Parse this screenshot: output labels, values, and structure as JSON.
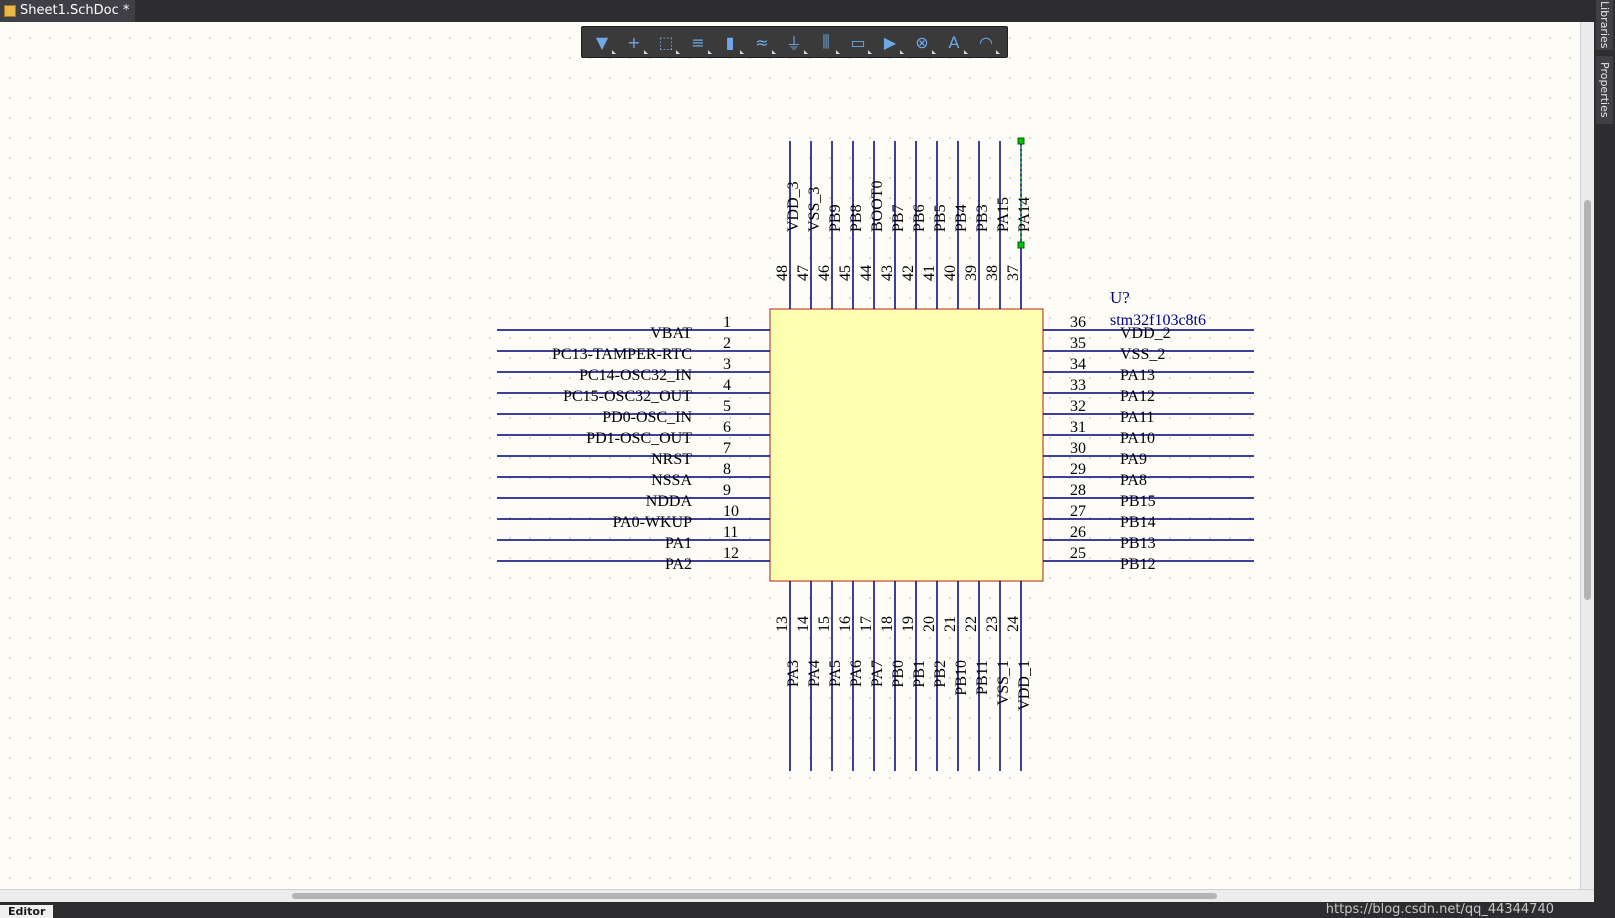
{
  "document_tab": {
    "title": "Sheet1.SchDoc *"
  },
  "side_panel": {
    "tabs": [
      "Libraries",
      "Properties"
    ]
  },
  "bottom": {
    "editor_tab": "Editor",
    "watermark": "https://blog.csdn.net/qq_44344740"
  },
  "toolbar": {
    "tools": [
      {
        "name": "filter-icon",
        "glyph": "▼"
      },
      {
        "name": "crosshair-icon",
        "glyph": "+"
      },
      {
        "name": "select-rect-icon",
        "glyph": "⬚"
      },
      {
        "name": "align-icon",
        "glyph": "≡"
      },
      {
        "name": "part-icon",
        "glyph": "▮"
      },
      {
        "name": "wire-icon",
        "glyph": "≈"
      },
      {
        "name": "power-port-icon",
        "glyph": "⏚"
      },
      {
        "name": "bus-icon",
        "glyph": "⫼"
      },
      {
        "name": "sheet-symbol-icon",
        "glyph": "▭"
      },
      {
        "name": "port-icon",
        "glyph": "▶"
      },
      {
        "name": "no-erc-icon",
        "glyph": "⊗"
      },
      {
        "name": "text-icon",
        "glyph": "A"
      },
      {
        "name": "arc-icon",
        "glyph": "◠"
      }
    ]
  },
  "colors": {
    "wire": "#000080",
    "body_fill": "#ffffb0",
    "body_stroke": "#b02020",
    "designator": "#000080",
    "selection": "#00c000"
  },
  "component": {
    "designator": "U?",
    "comment": "stm32f103c8t6",
    "pins_left": [
      {
        "num": "1",
        "name": "VBAT"
      },
      {
        "num": "2",
        "name": "PC13-TAMPER-RTC"
      },
      {
        "num": "3",
        "name": "PC14-OSC32_IN"
      },
      {
        "num": "4",
        "name": "PC15-OSC32_OUT"
      },
      {
        "num": "5",
        "name": "PD0-OSC_IN"
      },
      {
        "num": "6",
        "name": "PD1-OSC_OUT"
      },
      {
        "num": "7",
        "name": "NRST"
      },
      {
        "num": "8",
        "name": "NSSA"
      },
      {
        "num": "9",
        "name": "NDDA"
      },
      {
        "num": "10",
        "name": "PA0-WKUP"
      },
      {
        "num": "11",
        "name": "PA1"
      },
      {
        "num": "12",
        "name": "PA2"
      }
    ],
    "pins_right": [
      {
        "num": "36",
        "name": "VDD_2"
      },
      {
        "num": "35",
        "name": "VSS_2"
      },
      {
        "num": "34",
        "name": "PA13"
      },
      {
        "num": "33",
        "name": "PA12"
      },
      {
        "num": "32",
        "name": "PA11"
      },
      {
        "num": "31",
        "name": "PA10"
      },
      {
        "num": "30",
        "name": "PA9"
      },
      {
        "num": "29",
        "name": "PA8"
      },
      {
        "num": "28",
        "name": "PB15"
      },
      {
        "num": "27",
        "name": "PB14"
      },
      {
        "num": "26",
        "name": "PB13"
      },
      {
        "num": "25",
        "name": "PB12"
      }
    ],
    "pins_top": [
      {
        "num": "48",
        "name": "VDD_3"
      },
      {
        "num": "47",
        "name": "VSS_3"
      },
      {
        "num": "46",
        "name": "PB9"
      },
      {
        "num": "45",
        "name": "PB8"
      },
      {
        "num": "44",
        "name": "BOOT0"
      },
      {
        "num": "43",
        "name": "PB7"
      },
      {
        "num": "42",
        "name": "PB6"
      },
      {
        "num": "41",
        "name": "PB5"
      },
      {
        "num": "40",
        "name": "PB4"
      },
      {
        "num": "39",
        "name": "PB3"
      },
      {
        "num": "38",
        "name": "PA15"
      },
      {
        "num": "37",
        "name": "PA14"
      }
    ],
    "pins_bottom": [
      {
        "num": "13",
        "name": "PA3"
      },
      {
        "num": "14",
        "name": "PA4"
      },
      {
        "num": "15",
        "name": "PA5"
      },
      {
        "num": "16",
        "name": "PA6"
      },
      {
        "num": "17",
        "name": "PA7"
      },
      {
        "num": "18",
        "name": "PB0"
      },
      {
        "num": "19",
        "name": "PB1"
      },
      {
        "num": "20",
        "name": "PB2"
      },
      {
        "num": "21",
        "name": "PB10"
      },
      {
        "num": "22",
        "name": "PB11"
      },
      {
        "num": "23",
        "name": "VSS_1"
      },
      {
        "num": "24",
        "name": "VDD_1"
      }
    ],
    "selected_pin": "37"
  }
}
